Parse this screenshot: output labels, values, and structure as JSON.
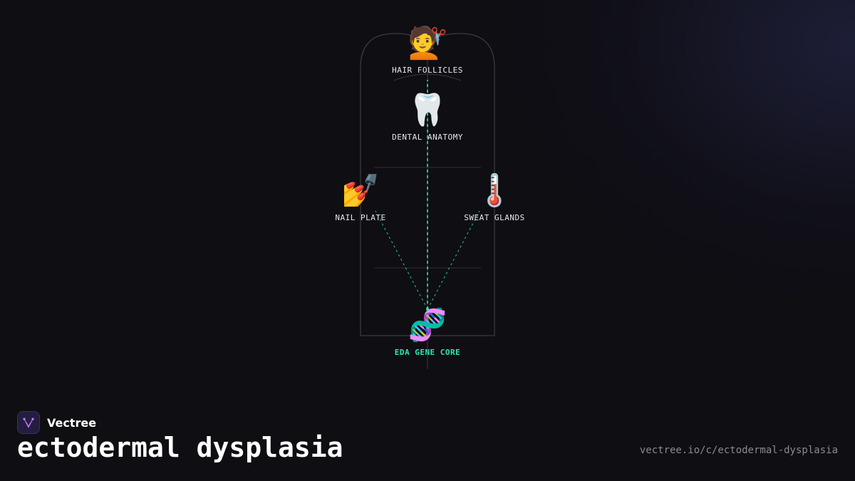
{
  "brand": {
    "name": "Vectree",
    "logo_icon": "vectree-logo-icon"
  },
  "page_title": "ectodermal dysplasia",
  "url": "vectree.io/c/ectodermal-dysplasia",
  "colors": {
    "background": "#0f0e13",
    "accent": "#2ee6b0",
    "frame": "#3a3a40",
    "text": "#e7e7ec",
    "url": "#8a8a92"
  },
  "diagram": {
    "nodes": [
      {
        "id": "hair",
        "label": "HAIR FOLLICLES",
        "icon": "haircut-icon",
        "glyph": "💇"
      },
      {
        "id": "dental",
        "label": "DENTAL ANATOMY",
        "icon": "tooth-icon",
        "glyph": "🦷"
      },
      {
        "id": "nail",
        "label": "NAIL PLATE",
        "icon": "nail-polish-icon",
        "glyph": "💅"
      },
      {
        "id": "sweat",
        "label": "SWEAT GLANDS",
        "icon": "thermometer-icon",
        "glyph": "🌡️"
      },
      {
        "id": "core",
        "label": "EDA GENE CORE",
        "icon": "dna-icon",
        "glyph": "🧬"
      }
    ],
    "edges": [
      {
        "from": "core",
        "to": "hair"
      },
      {
        "from": "core",
        "to": "nail"
      },
      {
        "from": "core",
        "to": "sweat"
      }
    ]
  }
}
